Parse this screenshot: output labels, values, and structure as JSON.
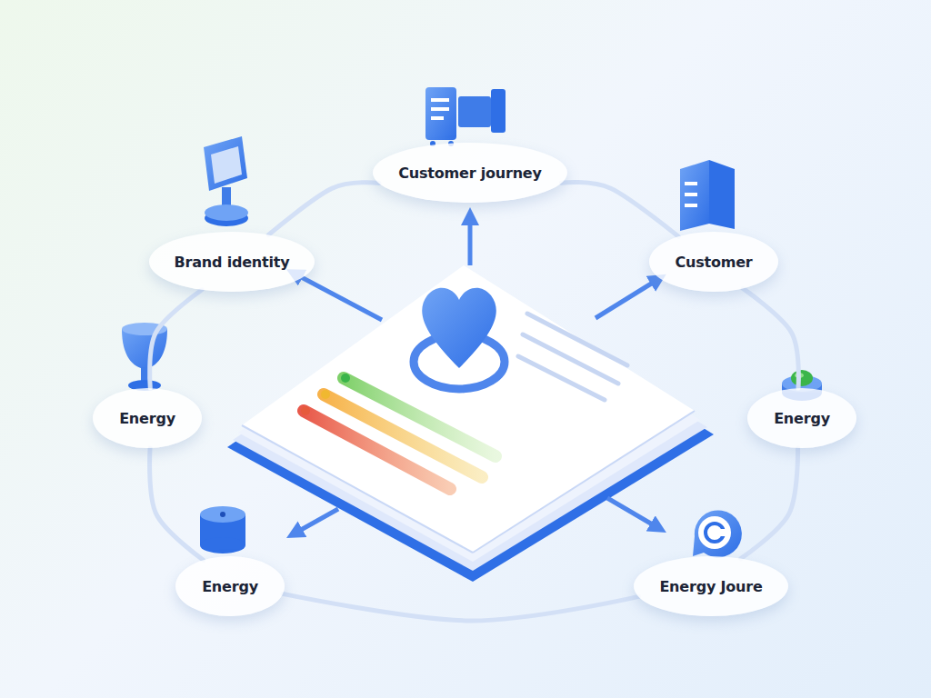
{
  "diagram": {
    "nodes": [
      {
        "text": [
          "Customer journey"
        ]
      },
      {
        "text": [
          "Brand identity"
        ]
      },
      {
        "text": [
          "Customer"
        ]
      },
      {
        "text": [
          "Energy"
        ]
      },
      {
        "text": [
          "Energy"
        ]
      },
      {
        "text": [
          "Energy"
        ]
      },
      {
        "text": [
          "Energy Joure"
        ]
      }
    ],
    "edges": [
      {
        "from": 1,
        "to": 0,
        "arrow": "none"
      },
      {
        "from": 0,
        "to": 2,
        "arrow": "none"
      },
      {
        "from": 2,
        "to": 4,
        "arrow": "none"
      },
      {
        "from": 4,
        "to": 6,
        "arrow": "none"
      },
      {
        "from": 6,
        "to": 5,
        "arrow": "none"
      },
      {
        "from": 5,
        "to": 3,
        "arrow": "none"
      },
      {
        "from": 3,
        "to": 1,
        "arrow": "none"
      }
    ]
  }
}
